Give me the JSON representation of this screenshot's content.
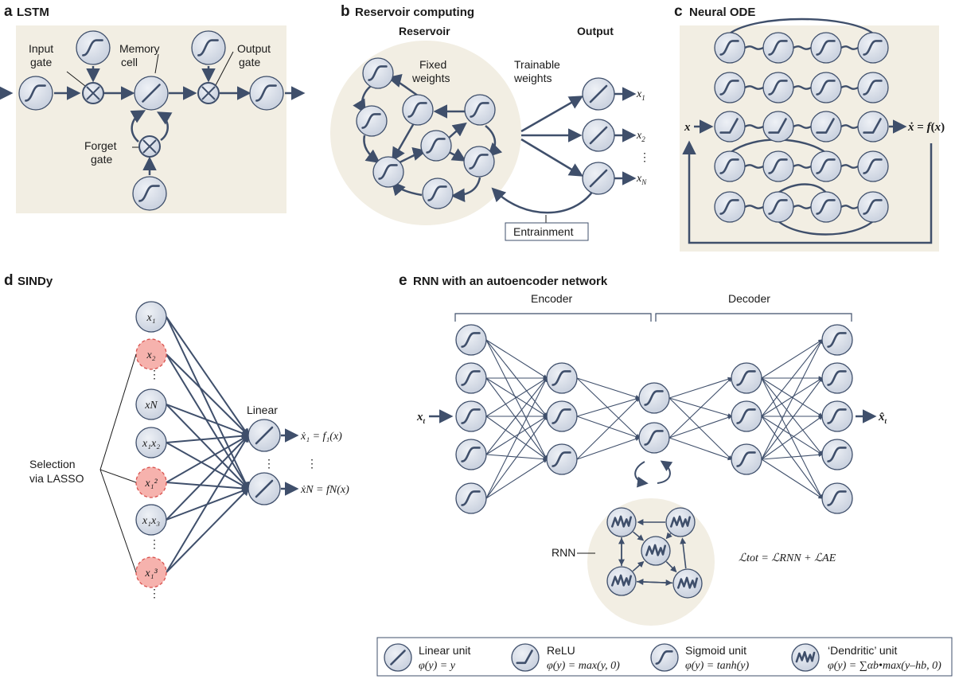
{
  "colors": {
    "panel_bg": "#f2eee3",
    "unit_fill": "#d7dde8",
    "unit_stroke": "#3f4f6b",
    "arrow": "#3f4f6b",
    "selected_fill": "#f6b2ad",
    "selected_stroke": "#d9534f"
  },
  "panel_a": {
    "letter": "a",
    "title": "LSTM",
    "input_gate": [
      "Input",
      "gate"
    ],
    "memory_cell": [
      "Memory",
      "cell"
    ],
    "output_gate": [
      "Output",
      "gate"
    ],
    "forget_gate": [
      "Forget",
      "gate"
    ]
  },
  "panel_b": {
    "letter": "b",
    "title": "Reservoir computing",
    "reservoir": "Reservoir",
    "output": "Output",
    "fixed_weights": [
      "Fixed",
      "weights"
    ],
    "trainable_weights": [
      "Trainable",
      "weights"
    ],
    "entrainment": "Entrainment",
    "outputs": [
      "x",
      "x",
      "x"
    ],
    "output_subs": [
      "1",
      "2",
      "N"
    ],
    "ellipsis": "⋮"
  },
  "panel_c": {
    "letter": "c",
    "title": "Neural ODE",
    "input": "x",
    "output_lhs": "ẋ",
    "output_eq": " = ",
    "output_f": "f",
    "output_arg_open": "(",
    "output_arg": "x",
    "output_arg_close": ")"
  },
  "panel_d": {
    "letter": "d",
    "title": "SINDy",
    "linear": "Linear",
    "selection": [
      "Selection",
      "via LASSO"
    ],
    "out1": "ẋ₁ = f₁(x)",
    "outN": "ẋN = fN(x)",
    "ellipsis": "⋮"
  },
  "panel_e": {
    "letter": "e",
    "title": "RNN with an autoencoder network",
    "encoder": "Encoder",
    "decoder": "Decoder",
    "input": "x",
    "input_sub": "t",
    "output": "x̂",
    "output_sub": "t",
    "rnn": "RNN",
    "loss": "ℒtot = ℒRNN + ℒAE"
  },
  "legend": {
    "linear": {
      "name": "Linear unit",
      "formula": "φ(y) = y"
    },
    "relu": {
      "name": "ReLU",
      "formula": "φ(y) = max(y, 0)"
    },
    "sigmoid": {
      "name": "Sigmoid unit",
      "formula": "φ(y) = tanh(y)"
    },
    "dendritic": {
      "name": "‘Dendritic’ unit",
      "formula": "φ(y) = ∑αb•max(y–hb, 0)"
    }
  }
}
